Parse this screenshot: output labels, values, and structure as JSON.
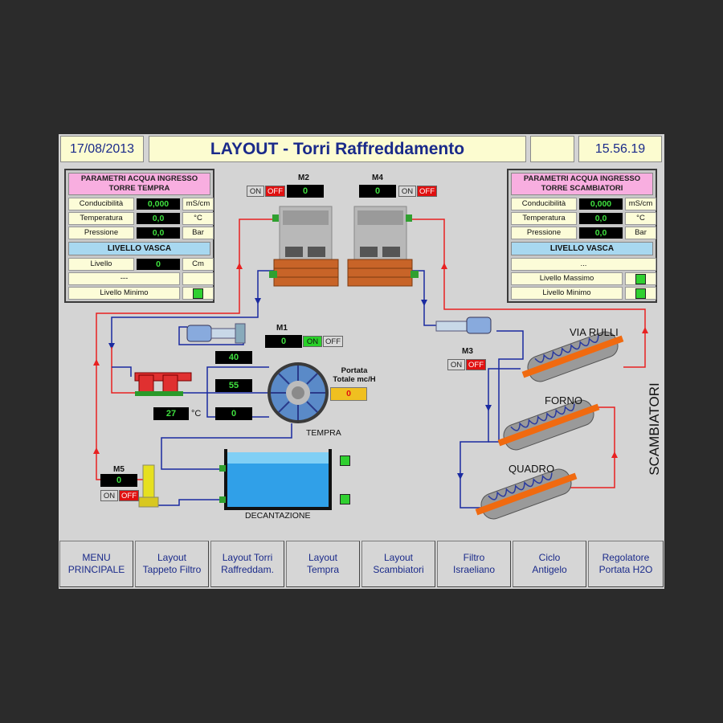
{
  "header": {
    "date": "17/08/2013",
    "title": "LAYOUT - Torri Raffreddamento",
    "time": "15.56.19"
  },
  "left_panel": {
    "title_line1": "PARAMETRI ACQUA INGRESSO",
    "title_line2": "TORRE TEMPRA",
    "rows": [
      {
        "label": "Conducibilità",
        "value": "0,000",
        "unit": "mS/cm"
      },
      {
        "label": "Temperatura",
        "value": "0,0",
        "unit": "°C"
      },
      {
        "label": "Pressione",
        "value": "0,0",
        "unit": "Bar"
      }
    ],
    "level_title": "LIVELLO VASCA",
    "level_label": "Livello",
    "level_value": "0",
    "level_unit": "Cm",
    "dash": "---",
    "min_label": "Livello Minimo"
  },
  "right_panel": {
    "title_line1": "PARAMETRI ACQUA INGRESSO",
    "title_line2": "TORRE SCAMBIATORI",
    "rows": [
      {
        "label": "Conducibilità",
        "value": "0,000",
        "unit": "mS/cm"
      },
      {
        "label": "Temperatura",
        "value": "0,0",
        "unit": "°C"
      },
      {
        "label": "Pressione",
        "value": "0,0",
        "unit": "Bar"
      }
    ],
    "level_title": "LIVELLO VASCA",
    "dots": "...",
    "max_label": "Livello Massimo",
    "min_label": "Livello Minimo"
  },
  "motors": {
    "m2": {
      "name": "M2",
      "on": "ON",
      "off": "OFF",
      "value": "0"
    },
    "m4": {
      "name": "M4",
      "on": "ON",
      "off": "OFF",
      "value": "0"
    },
    "m1": {
      "name": "M1",
      "on": "ON",
      "off": "OFF",
      "value": "0"
    },
    "m3": {
      "name": "M3",
      "on": "ON",
      "off": "OFF"
    },
    "m5": {
      "name": "M5",
      "on": "ON",
      "off": "OFF",
      "value": "0"
    }
  },
  "tempra": {
    "v1": "40",
    "v2": "55",
    "v3": "0",
    "temp": "27",
    "temp_unit": "°C",
    "label": "TEMPRA",
    "flow_label_1": "Portata",
    "flow_label_2": "Totale mc/H",
    "flow_value": "0"
  },
  "labels": {
    "decantazione": "DECANTAZIONE",
    "via_rulli": "VIA RULLI",
    "forno": "FORNO",
    "quadro": "QUADRO",
    "scambiatori": "SCAMBIATORI"
  },
  "footer": [
    {
      "l1": "MENU",
      "l2": "PRINCIPALE"
    },
    {
      "l1": "Layout",
      "l2": "Tappeto Filtro"
    },
    {
      "l1": "Layout Torri",
      "l2": "Raffreddam."
    },
    {
      "l1": "Layout",
      "l2": "Tempra"
    },
    {
      "l1": "Layout",
      "l2": "Scambiatori"
    },
    {
      "l1": "Filtro",
      "l2": "Israeliano"
    },
    {
      "l1": "Ciclo",
      "l2": "Antigelo"
    },
    {
      "l1": "Regolatore",
      "l2": "Portata H2O"
    }
  ],
  "colors": {
    "pipe_hot": "#e82020",
    "pipe_cold": "#1a2aa0",
    "ok_green": "#30d030",
    "display_green": "#3fe03f"
  }
}
